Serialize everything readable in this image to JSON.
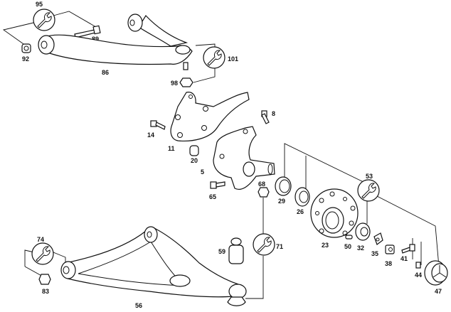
{
  "diagram": {
    "labels": {
      "p95": "95",
      "p89": "89",
      "p92": "92",
      "p86": "86",
      "p101": "101",
      "p98": "98",
      "p8": "8",
      "p14": "14",
      "p11": "11",
      "p20": "20",
      "p5": "5",
      "p65": "65",
      "p68": "68",
      "p29": "29",
      "p26": "26",
      "p53": "53",
      "p23": "23",
      "p50": "50",
      "p32": "32",
      "p35": "35",
      "p38": "38",
      "p41": "41",
      "p44": "44",
      "p47": "47",
      "p74": "74",
      "p83": "83",
      "p59": "59",
      "p71": "71",
      "p56": "56"
    },
    "icons": [
      "wrench-icon"
    ]
  }
}
